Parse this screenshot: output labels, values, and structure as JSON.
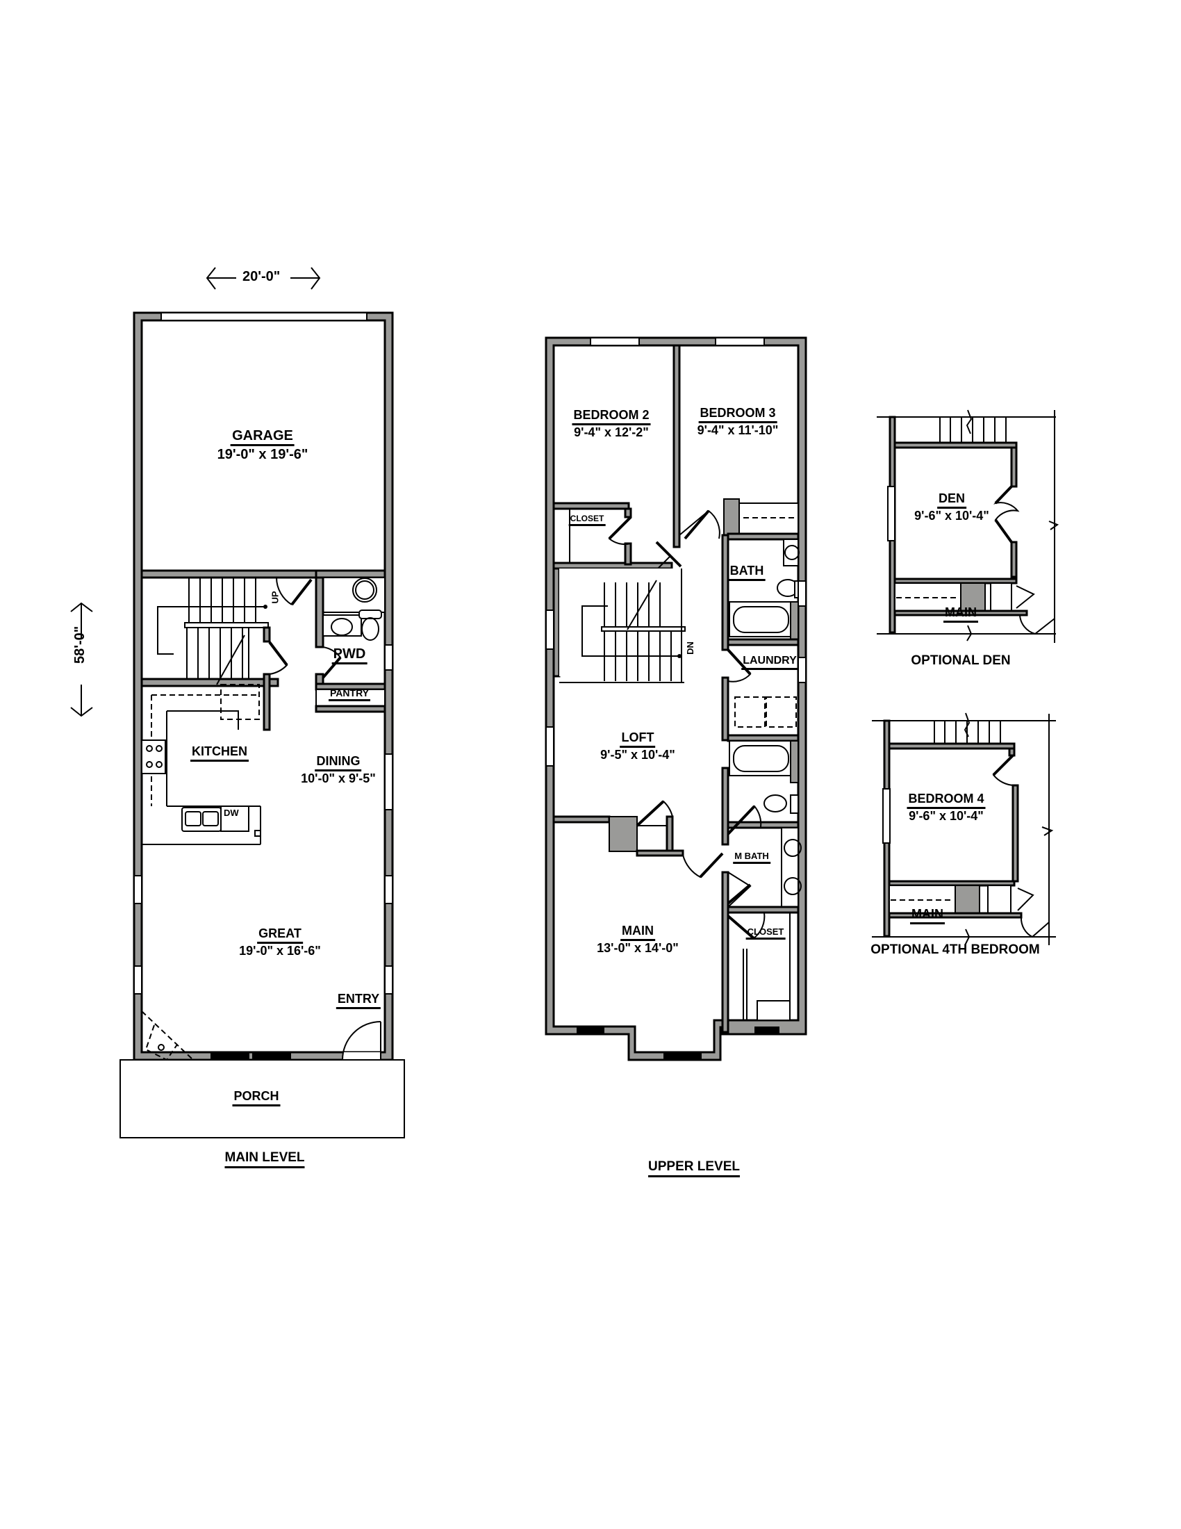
{
  "overall_dimensions": {
    "width": "20'-0\"",
    "depth": "58'-0\""
  },
  "main_level": {
    "caption": "MAIN LEVEL",
    "rooms": {
      "garage": {
        "name": "GARAGE",
        "dim": "19'-0\" x 19'-6\""
      },
      "pwd": {
        "name": "PWD"
      },
      "pantry": {
        "name": "PANTRY"
      },
      "kitchen": {
        "name": "KITCHEN"
      },
      "dining": {
        "name": "DINING",
        "dim": "10'-0\" x 9'-5\""
      },
      "great": {
        "name": "GREAT",
        "dim": "19'-0\" x 16'-6\""
      },
      "entry": {
        "name": "ENTRY"
      },
      "porch": {
        "name": "PORCH"
      }
    },
    "annotations": {
      "stair_up": "UP",
      "dishwasher": "DW"
    }
  },
  "upper_level": {
    "caption": "UPPER LEVEL",
    "rooms": {
      "bedroom2": {
        "name": "BEDROOM 2",
        "dim": "9'-4\" x 12'-2\""
      },
      "bedroom3": {
        "name": "BEDROOM 3",
        "dim": "9'-4\" x 11'-10\""
      },
      "closet_bed2": {
        "name": "CLOSET"
      },
      "bath": {
        "name": "BATH"
      },
      "laundry": {
        "name": "LAUNDRY"
      },
      "loft": {
        "name": "LOFT",
        "dim": "9'-5\" x 10'-4\""
      },
      "m_bath": {
        "name": "M BATH"
      },
      "main": {
        "name": "MAIN",
        "dim": "13'-0\" x 14'-0\""
      },
      "closet_main": {
        "name": "CLOSET"
      }
    },
    "annotations": {
      "stair_down": "DN"
    }
  },
  "optional_den": {
    "caption": "OPTIONAL DEN",
    "room": {
      "name": "DEN",
      "dim": "9'-6\" x 10'-4\""
    },
    "adjacent": "MAIN"
  },
  "optional_4th_bedroom": {
    "caption": "OPTIONAL 4TH BEDROOM",
    "room": {
      "name": "BEDROOM 4",
      "dim": "9'-6\" x 10'-4\""
    },
    "adjacent": "MAIN"
  },
  "colors": {
    "wall_fill": "#9a9a98",
    "line": "#000000",
    "background": "#ffffff"
  }
}
